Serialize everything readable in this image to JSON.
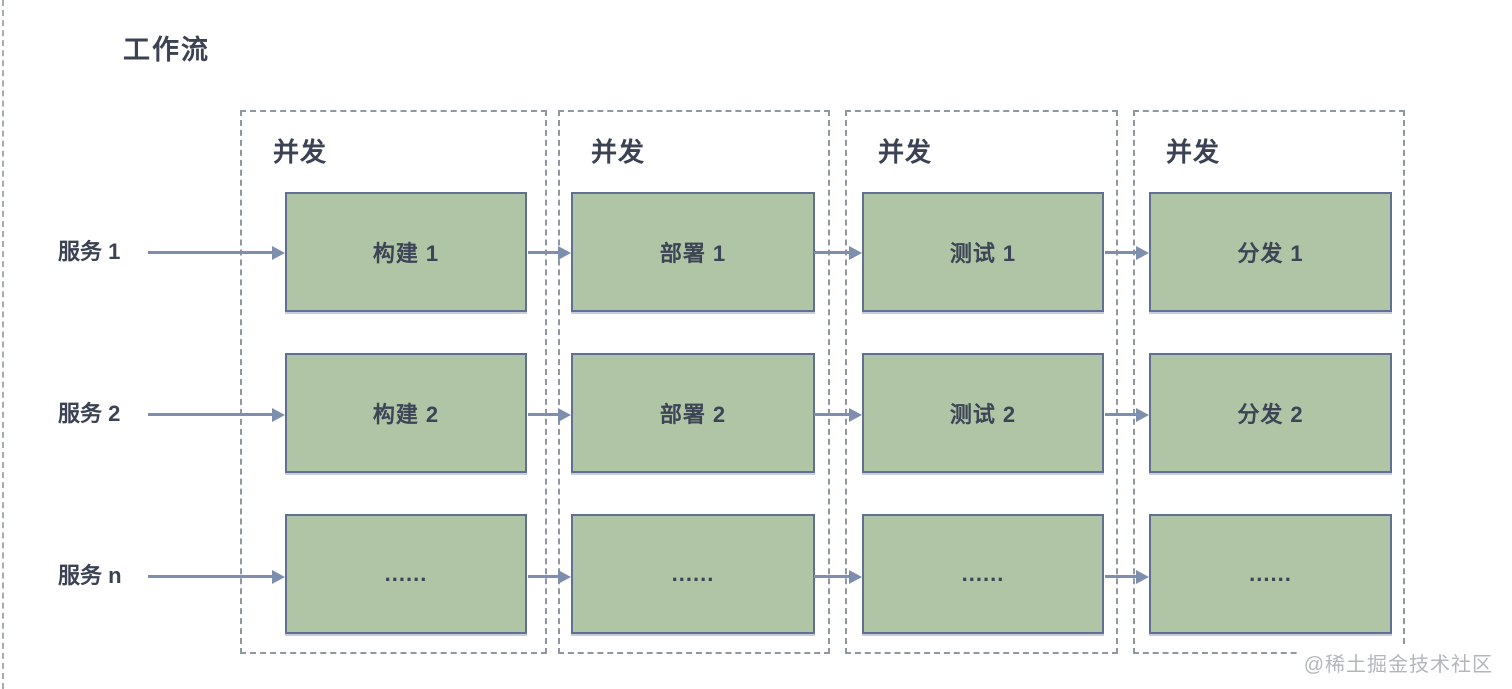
{
  "diagram": {
    "title": "工作流",
    "watermark": "@稀土掘金技术社区",
    "services": [
      {
        "label": "服务 1"
      },
      {
        "label": "服务 2"
      },
      {
        "label": "服务 n"
      }
    ],
    "columns": [
      {
        "label": "并发",
        "boxes": [
          "构建 1",
          "构建 2",
          "......"
        ]
      },
      {
        "label": "并发",
        "boxes": [
          "部署 1",
          "部署 2",
          "......"
        ]
      },
      {
        "label": "并发",
        "boxes": [
          "测试 1",
          "测试 2",
          "......"
        ]
      },
      {
        "label": "并发",
        "boxes": [
          "分发 1",
          "分发 2",
          "......"
        ]
      }
    ],
    "colors": {
      "box_fill": "#afc5a5",
      "box_border": "#5f7094",
      "arrow": "#7e8fae",
      "dashed_border": "#9097a3",
      "text": "#3b4254",
      "watermark": "#b3b7bc"
    }
  }
}
